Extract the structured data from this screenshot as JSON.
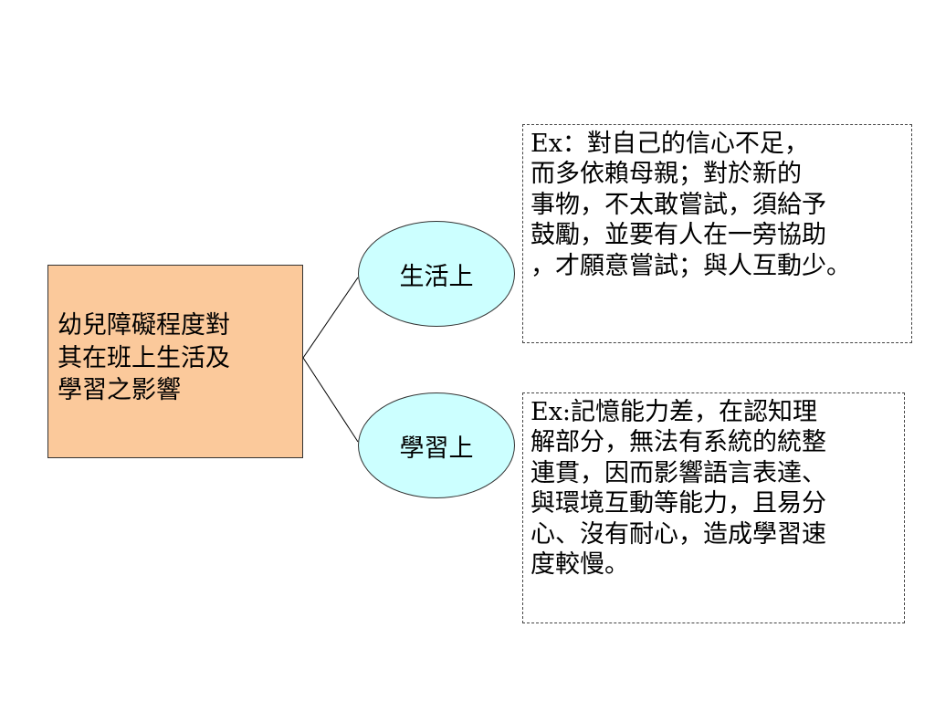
{
  "colors": {
    "main_box_fill": "#fbc99b",
    "ellipse_fill": "#ccffff",
    "outline": "#333333"
  },
  "main_box": {
    "lines": [
      "幼兒障礙程度對",
      "其在班上生活及",
      "學習之影響"
    ]
  },
  "branches": [
    {
      "label": "生活上",
      "note_lines": [
        "Ex：對自己的信心不足，",
        "而多依賴母親；對於新的",
        "事物，不太敢嘗試，須給予",
        "鼓勵，並要有人在一旁協助",
        "，才願意嘗試；與人互動少。"
      ]
    },
    {
      "label": "學習上",
      "note_lines": [
        "Ex:記憶能力差，在認知理",
        "解部分，無法有系統的統整",
        "連貫，因而影響語言表達、",
        "與環境互動等能力，且易分",
        "心、沒有耐心，造成學習速",
        "度較慢。"
      ]
    }
  ]
}
